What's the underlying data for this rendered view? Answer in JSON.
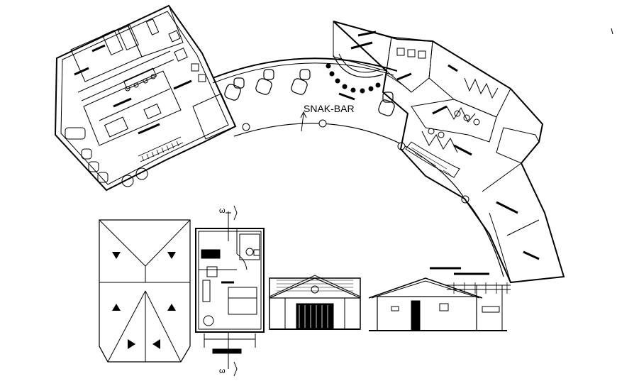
{
  "plan": {
    "main_label": "SNAK-BAR",
    "section_marker_top": "ω",
    "section_marker_bottom": "ω"
  },
  "colors": {
    "line": "#000000",
    "background": "#ffffff"
  }
}
